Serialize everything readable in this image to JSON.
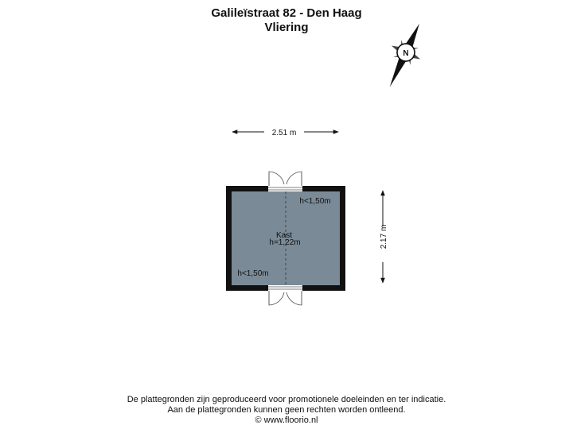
{
  "header": {
    "title": "Galileïstraat 82 - Den Haag",
    "subtitle": "Vliering"
  },
  "compass": {
    "letter": "N",
    "icon": "compass-icon"
  },
  "dimensions": {
    "width": "2.51 m",
    "height": "2.17 m"
  },
  "room": {
    "name": "Kast",
    "height_note": "h=1,22m",
    "low_height_right": "h<1,50m",
    "low_height_left": "h<1,50m",
    "fill_color": "#7a8a97",
    "wall_color": "#111111"
  },
  "footer": {
    "line1": "De plattegronden zijn geproduceerd voor promotionele doeleinden en ter indicatie.",
    "line2": "Aan de plattegronden kunnen geen rechten worden ontleend.",
    "line3": "© www.floorio.nl"
  }
}
